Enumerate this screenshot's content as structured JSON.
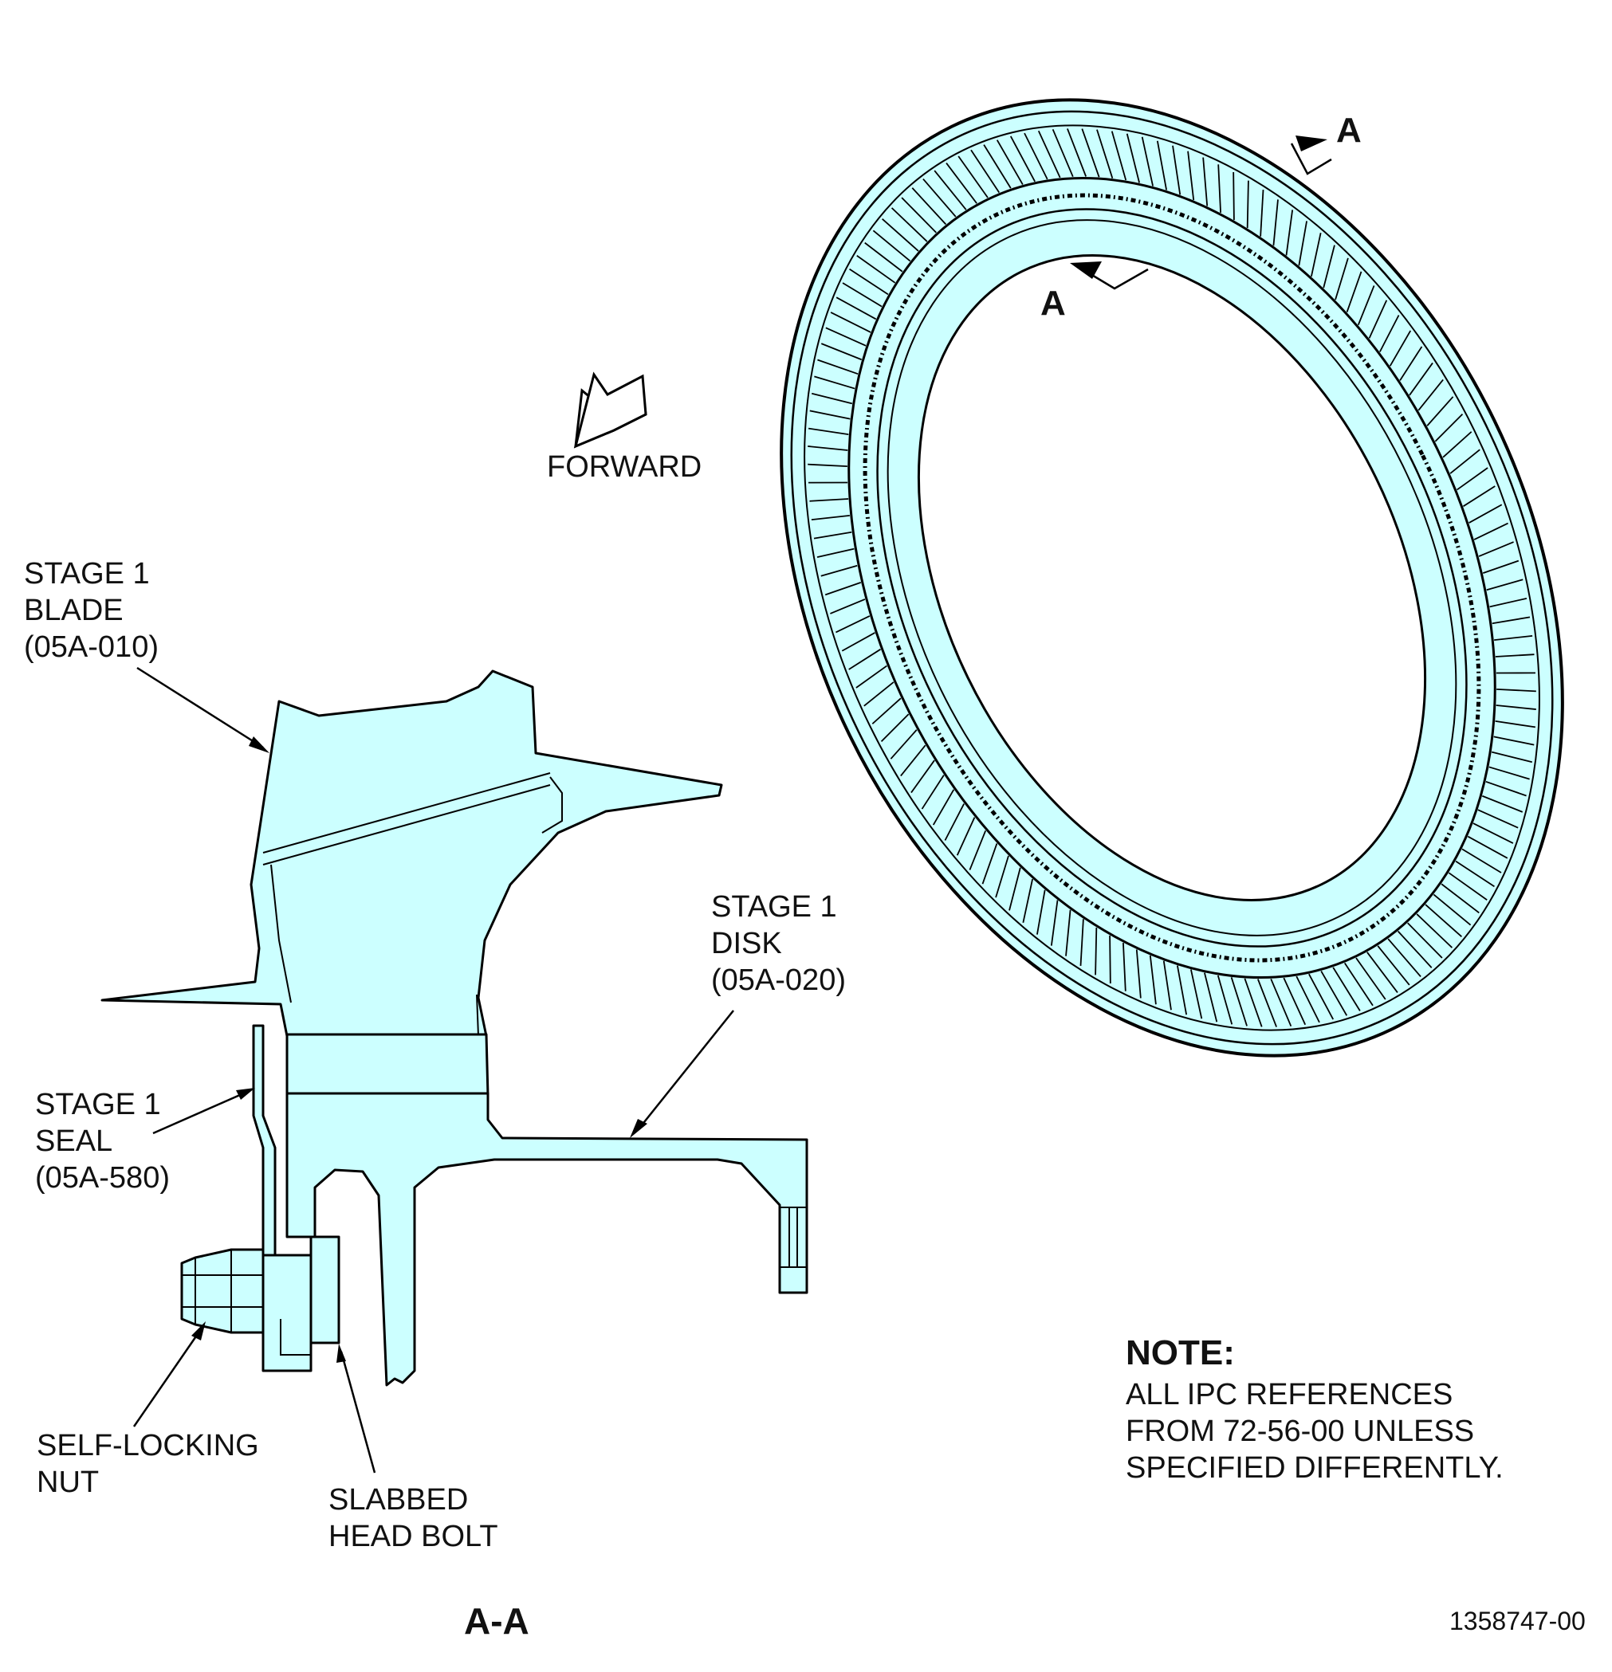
{
  "diagram": {
    "section_marker": "A",
    "forward_label": "FORWARD",
    "labels": {
      "blade": [
        "STAGE 1",
        "BLADE",
        "(05A-010)"
      ],
      "disk": [
        "STAGE 1",
        "DISK",
        "(05A-020)"
      ],
      "seal": [
        "STAGE 1",
        "SEAL",
        "(05A-580)"
      ],
      "nut": [
        "SELF-LOCKING",
        "NUT"
      ],
      "bolt": [
        "SLABBED",
        "HEAD BOLT"
      ]
    },
    "note": {
      "title": "NOTE:",
      "lines": [
        "ALL IPC REFERENCES",
        "FROM 72-56-00 UNLESS",
        "SPECIFIED DIFFERENTLY."
      ]
    },
    "section_title": "A-A",
    "figure_number": "1358747-00"
  },
  "colors": {
    "part_fill": "#ccffff",
    "line": "#000000",
    "background": "#ffffff"
  }
}
